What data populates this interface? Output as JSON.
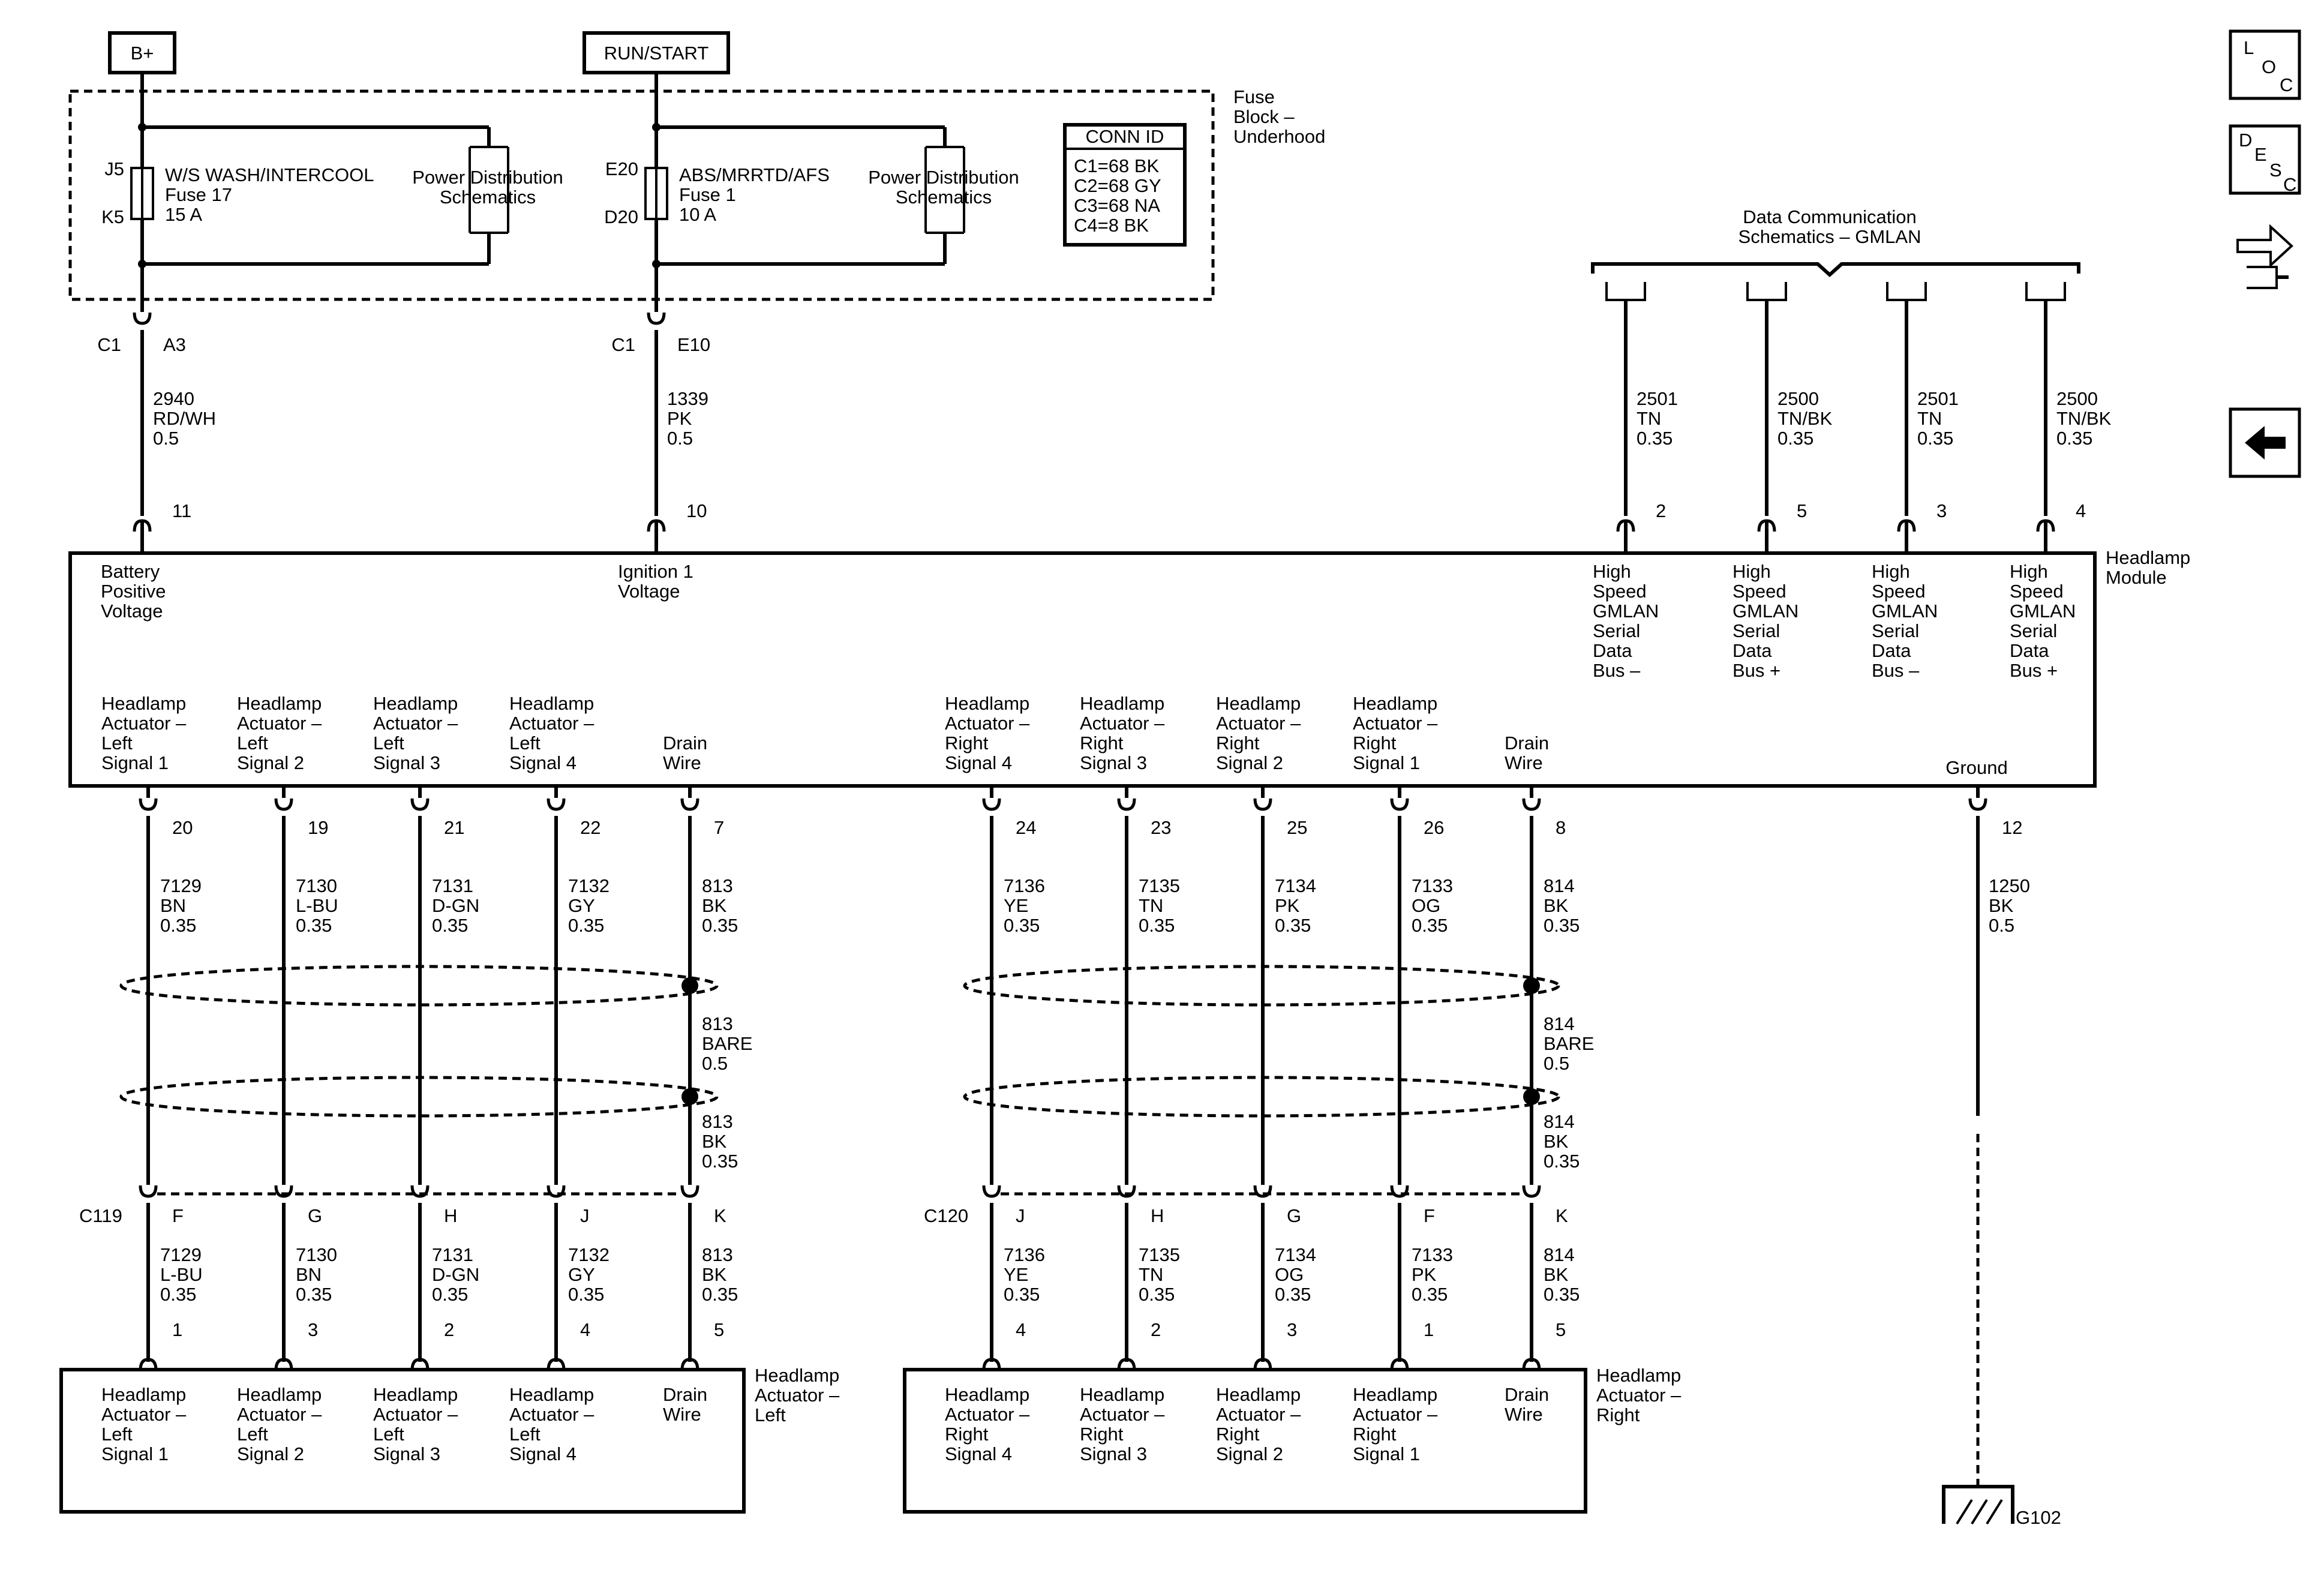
{
  "power": {
    "bplus": "B+",
    "runstart": "RUN/START"
  },
  "fuse_block": {
    "title": [
      "Fuse",
      "Block –",
      "Underhood"
    ],
    "fuse17": {
      "top": "J5",
      "bottom": "K5",
      "lines": [
        "W/S WASH/INTERCOOL",
        "Fuse 17",
        "15 A"
      ]
    },
    "fuse1": {
      "top": "E20",
      "bottom": "D20",
      "lines": [
        "ABS/MRRTD/AFS",
        "Fuse 1",
        "10 A"
      ]
    },
    "pds": [
      "Power Distribution",
      "Schematics"
    ],
    "conn_id": {
      "title": "CONN ID",
      "rows": [
        "C1=68 BK",
        "C2=68 GY",
        "C3=68 NA",
        "C4=8 BK"
      ]
    }
  },
  "top_connectors": [
    {
      "conn": "C1",
      "pin": "A3",
      "circuit": [
        "2940",
        "RD/WH",
        "0.5"
      ],
      "module_pin": "11"
    },
    {
      "conn": "C1",
      "pin": "E10",
      "circuit": [
        "1339",
        "PK",
        "0.5"
      ],
      "module_pin": "10"
    }
  ],
  "data_comm": {
    "title": [
      "Data Communication",
      "Schematics – GMLAN"
    ],
    "circuits": [
      {
        "wire": [
          "2501",
          "TN",
          "0.35"
        ],
        "pin": "2"
      },
      {
        "wire": [
          "2500",
          "TN/BK",
          "0.35"
        ],
        "pin": "5"
      },
      {
        "wire": [
          "2501",
          "TN",
          "0.35"
        ],
        "pin": "3"
      },
      {
        "wire": [
          "2500",
          "TN/BK",
          "0.35"
        ],
        "pin": "4"
      }
    ]
  },
  "module": {
    "name": [
      "Headlamp",
      "Module"
    ],
    "top_labels": [
      [
        "Battery",
        "Positive",
        "Voltage"
      ],
      [
        "Ignition 1",
        "Voltage"
      ],
      [
        "High",
        "Speed",
        "GMLAN",
        "Serial",
        "Data",
        "Bus –"
      ],
      [
        "High",
        "Speed",
        "GMLAN",
        "Serial",
        "Data",
        "Bus +"
      ],
      [
        "High",
        "Speed",
        "GMLAN",
        "Serial",
        "Data",
        "Bus –"
      ],
      [
        "High",
        "Speed",
        "GMLAN",
        "Serial",
        "Data",
        "Bus +"
      ]
    ],
    "bottom_labels_left": [
      [
        "Headlamp",
        "Actuator –",
        "Left",
        "Signal 1"
      ],
      [
        "Headlamp",
        "Actuator –",
        "Left",
        "Signal 2"
      ],
      [
        "Headlamp",
        "Actuator –",
        "Left",
        "Signal 3"
      ],
      [
        "Headlamp",
        "Actuator –",
        "Left",
        "Signal 4"
      ],
      [
        "Drain",
        "Wire"
      ]
    ],
    "bottom_labels_right": [
      [
        "Headlamp",
        "Actuator –",
        "Right",
        "Signal 4"
      ],
      [
        "Headlamp",
        "Actuator –",
        "Right",
        "Signal 3"
      ],
      [
        "Headlamp",
        "Actuator –",
        "Right",
        "Signal 2"
      ],
      [
        "Headlamp",
        "Actuator –",
        "Right",
        "Signal 1"
      ],
      [
        "Drain",
        "Wire"
      ]
    ],
    "ground_label": "Ground"
  },
  "left_harness": {
    "module_pins": [
      "20",
      "19",
      "21",
      "22",
      "7"
    ],
    "upper_wires": [
      [
        "7129",
        "BN",
        "0.35"
      ],
      [
        "7130",
        "L-BU",
        "0.35"
      ],
      [
        "7131",
        "D-GN",
        "0.35"
      ],
      [
        "7132",
        "GY",
        "0.35"
      ],
      [
        "813",
        "BK",
        "0.35"
      ]
    ],
    "drain_bare": [
      "813",
      "BARE",
      "0.5"
    ],
    "drain_lower": [
      "813",
      "BK",
      "0.35"
    ],
    "inline_conn": "C119",
    "inline_pins": [
      "F",
      "G",
      "H",
      "J",
      "K"
    ],
    "lower_wires": [
      [
        "7129",
        "L-BU",
        "0.35"
      ],
      [
        "7130",
        "BN",
        "0.35"
      ],
      [
        "7131",
        "D-GN",
        "0.35"
      ],
      [
        "7132",
        "GY",
        "0.35"
      ],
      [
        "813",
        "BK",
        "0.35"
      ]
    ],
    "actuator_pins": [
      "1",
      "3",
      "2",
      "4",
      "5"
    ],
    "actuator_name": [
      "Headlamp",
      "Actuator –",
      "Left"
    ],
    "actuator_labels": [
      [
        "Headlamp",
        "Actuator –",
        "Left",
        "Signal 1"
      ],
      [
        "Headlamp",
        "Actuator –",
        "Left",
        "Signal 2"
      ],
      [
        "Headlamp",
        "Actuator –",
        "Left",
        "Signal 3"
      ],
      [
        "Headlamp",
        "Actuator –",
        "Left",
        "Signal 4"
      ],
      [
        "Drain",
        "Wire"
      ]
    ]
  },
  "right_harness": {
    "module_pins": [
      "24",
      "23",
      "25",
      "26",
      "8"
    ],
    "upper_wires": [
      [
        "7136",
        "YE",
        "0.35"
      ],
      [
        "7135",
        "TN",
        "0.35"
      ],
      [
        "7134",
        "PK",
        "0.35"
      ],
      [
        "7133",
        "OG",
        "0.35"
      ],
      [
        "814",
        "BK",
        "0.35"
      ]
    ],
    "drain_bare": [
      "814",
      "BARE",
      "0.5"
    ],
    "drain_lower": [
      "814",
      "BK",
      "0.35"
    ],
    "inline_conn": "C120",
    "inline_pins": [
      "J",
      "H",
      "G",
      "F",
      "K"
    ],
    "lower_wires": [
      [
        "7136",
        "YE",
        "0.35"
      ],
      [
        "7135",
        "TN",
        "0.35"
      ],
      [
        "7134",
        "OG",
        "0.35"
      ],
      [
        "7133",
        "PK",
        "0.35"
      ],
      [
        "814",
        "BK",
        "0.35"
      ]
    ],
    "actuator_pins": [
      "4",
      "2",
      "3",
      "1",
      "5"
    ],
    "actuator_name": [
      "Headlamp",
      "Actuator –",
      "Right"
    ],
    "actuator_labels": [
      [
        "Headlamp",
        "Actuator –",
        "Right",
        "Signal 4"
      ],
      [
        "Headlamp",
        "Actuator –",
        "Right",
        "Signal 3"
      ],
      [
        "Headlamp",
        "Actuator –",
        "Right",
        "Signal 2"
      ],
      [
        "Headlamp",
        "Actuator –",
        "Right",
        "Signal 1"
      ],
      [
        "Drain",
        "Wire"
      ]
    ]
  },
  "ground": {
    "module_pin": "12",
    "wire": [
      "1250",
      "BK",
      "0.5"
    ],
    "name": "G102"
  },
  "side_icons": {
    "loc": [
      "L",
      "O",
      "C"
    ],
    "desc": [
      "D",
      "E",
      "S",
      "C"
    ],
    "icons": [
      "loc-icon",
      "desc-icon",
      "connector-end-view-icon",
      "back-arrow-icon"
    ]
  }
}
